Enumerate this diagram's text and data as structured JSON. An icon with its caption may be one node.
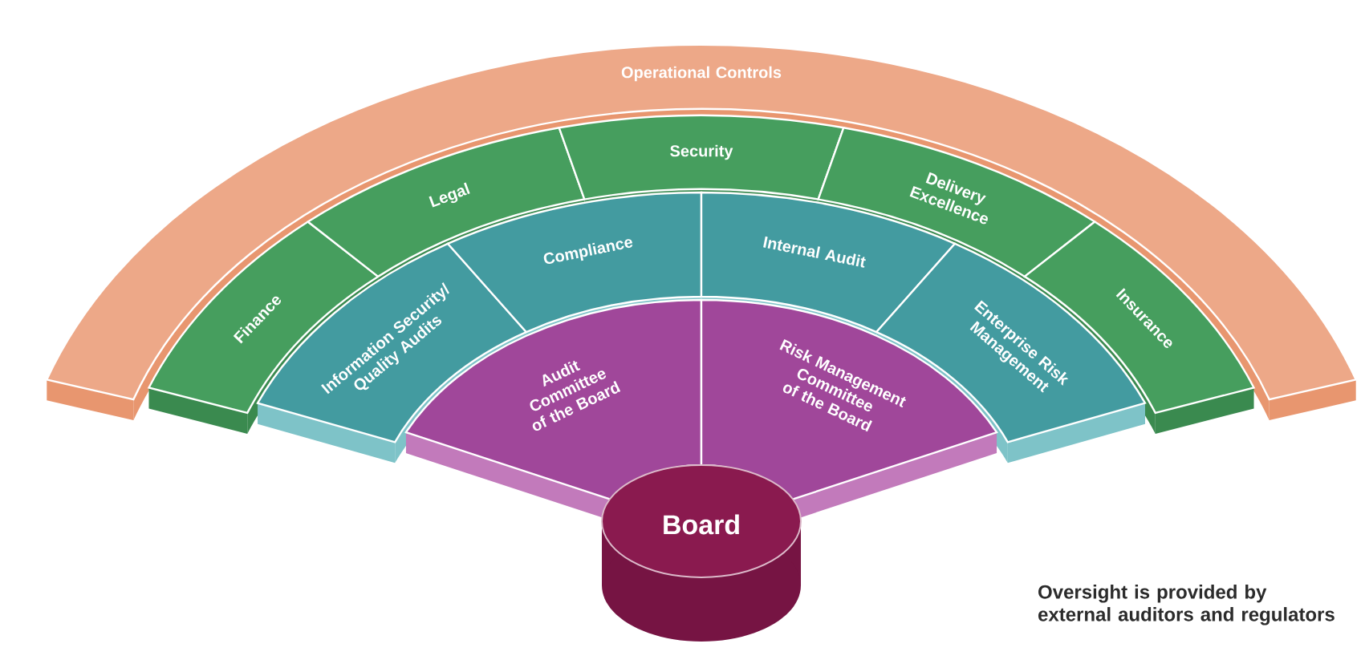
{
  "diagram": {
    "nodes": [
      {
        "text": [
          "Operational Controls"
        ]
      },
      {
        "text": [
          "Finance"
        ]
      },
      {
        "text": [
          "Legal"
        ]
      },
      {
        "text": [
          "Security"
        ]
      },
      {
        "text": [
          "Delivery Excellence"
        ]
      },
      {
        "text": [
          "Insurance"
        ]
      },
      {
        "text": [
          "Information Security/ Quality Audits"
        ]
      },
      {
        "text": [
          "Compliance"
        ]
      },
      {
        "text": [
          "Internal Audit"
        ]
      },
      {
        "text": [
          "Enterprise Risk Management"
        ]
      },
      {
        "text": [
          "Audit Committee of the Board"
        ]
      },
      {
        "text": [
          "Risk Management Committee of the Board"
        ]
      },
      {
        "text": [
          "Board"
        ]
      }
    ],
    "labels": [
      "Oversight is provided by external auditors and regulators"
    ]
  }
}
